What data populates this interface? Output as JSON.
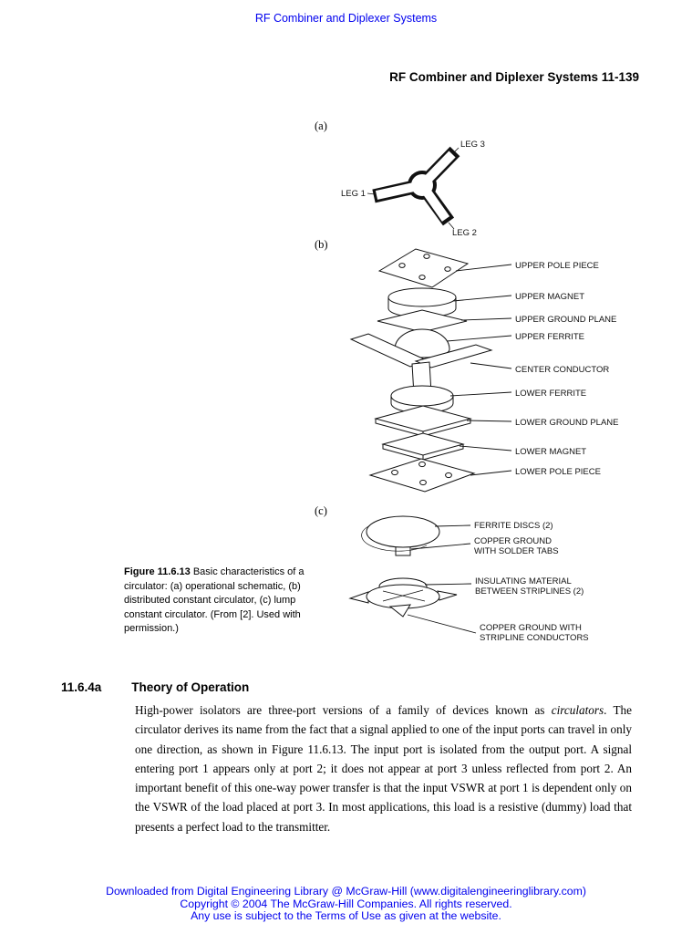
{
  "page": {
    "running_head": "RF Combiner and Diplexer Systems",
    "page_header": "RF Combiner and Diplexer Systems 11-139"
  },
  "figure": {
    "part_a_label": "(a)",
    "part_b_label": "(b)",
    "part_c_label": "(c)",
    "a": {
      "leg1": "LEG 1",
      "leg2": "LEG 2",
      "leg3": "LEG 3"
    },
    "b_labels": [
      "UPPER POLE PIECE",
      "UPPER MAGNET",
      "UPPER GROUND PLANE",
      "UPPER FERRITE",
      "CENTER CONDUCTOR",
      "LOWER FERRITE",
      "LOWER GROUND PLANE",
      "LOWER MAGNET",
      "LOWER POLE PIECE"
    ],
    "c": {
      "ferrite_discs": "FERRITE DISCS (2)",
      "copper_solder_line1": "COPPER GROUND",
      "copper_solder_line2": "WITH SOLDER TABS",
      "insulating_line1": "INSULATING MATERIAL",
      "insulating_line2": "BETWEEN STRIPLINES (2)",
      "copper_stripline_line1": "COPPER GROUND WITH",
      "copper_stripline_line2": "STRIPLINE CONDUCTORS"
    },
    "caption_label": "Figure 11.6.13",
    "caption_text": "Basic characteristics of a circulator: (a) operational schematic, (b) distributed constant circulator, (c) lump constant circulator. (From [2]. Used with permission.)"
  },
  "section": {
    "number": "11.6.4a",
    "title": "Theory of Operation"
  },
  "body": {
    "before_italic": "High-power isolators are three-port versions of a family of devices known as ",
    "italic": "circulators",
    "after_italic": ". The circulator derives its name from the fact that a signal applied to one of the input ports can travel in only one direction, as shown in Figure 11.6.13. The input port is isolated from the output port. A signal entering port 1 appears only at port 2; it does not appear at port 3 unless reflected from port 2. An important benefit of this one-way power transfer is that the input VSWR at port 1 is dependent only on the VSWR of the load placed at port 3. In most applications, this load is a resistive (dummy) load that presents a perfect load to the transmitter."
  },
  "footer": {
    "line1": "Downloaded from Digital Engineering Library @ McGraw-Hill (www.digitalengineeringlibrary.com)",
    "line2": "Copyright © 2004 The McGraw-Hill Companies. All rights reserved.",
    "line3": "Any use is subject to the Terms of Use as given at the website."
  },
  "colors": {
    "link_blue": "#0000EE",
    "ink": "#111111"
  }
}
